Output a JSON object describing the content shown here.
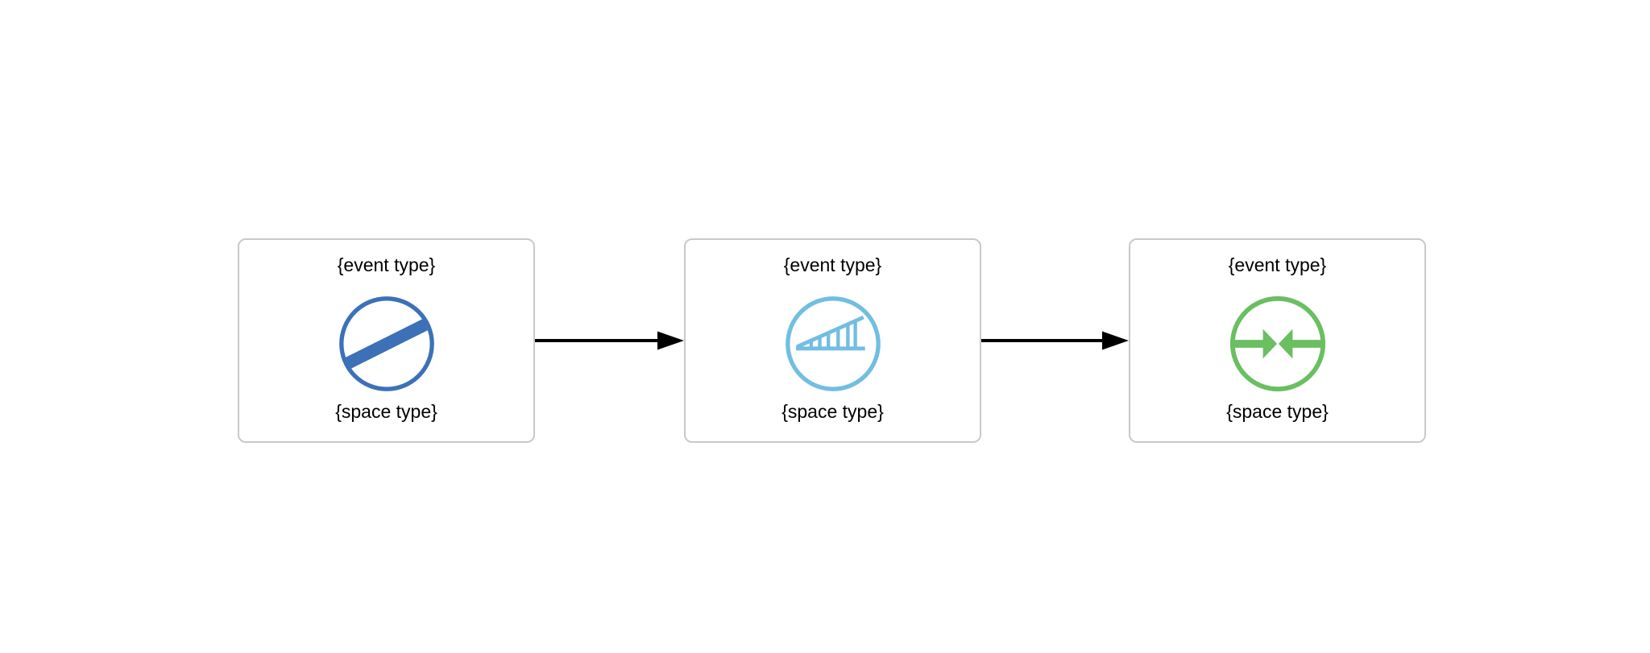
{
  "diagram": {
    "background_color": "#ffffff",
    "node_border_color": "#c9c9c9",
    "connector_color": "#000000",
    "nodes": [
      {
        "event_label": "{event type}",
        "space_label": "{space type}",
        "icon": "diagonal-stripe-circle-icon",
        "icon_color": "#3c71b8"
      },
      {
        "event_label": "{event type}",
        "space_label": "{space type}",
        "icon": "crescendo-ramp-circle-icon",
        "icon_color": "#72bee2"
      },
      {
        "event_label": "{event type}",
        "space_label": "{space type}",
        "icon": "converging-arrows-circle-icon",
        "icon_color": "#6abf60"
      }
    ],
    "connectors": [
      {
        "type": "arrow-right",
        "from": "node-1",
        "to": "node-2"
      },
      {
        "type": "arrow-right",
        "from": "node-2",
        "to": "node-3"
      }
    ]
  }
}
